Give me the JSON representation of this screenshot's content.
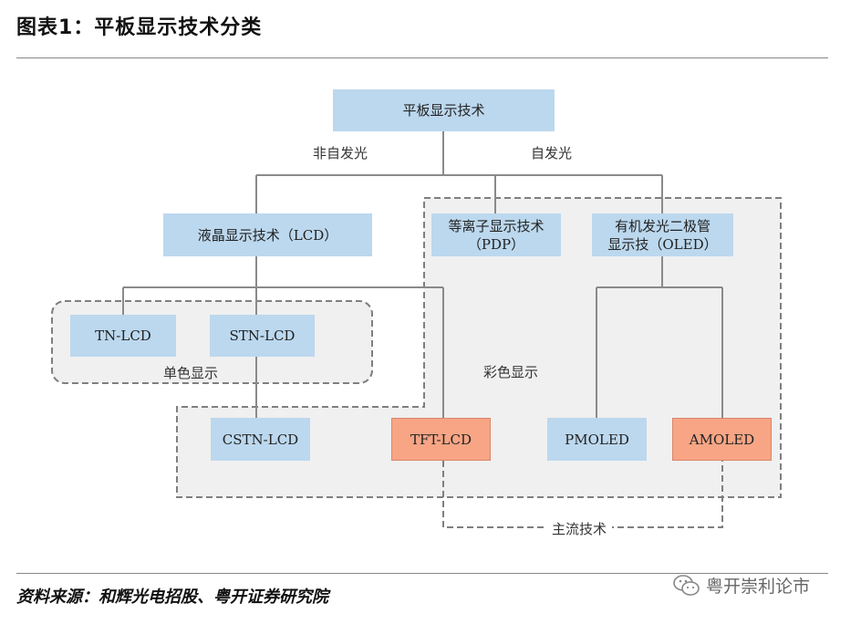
{
  "title": "图表1：平板显示技术分类",
  "source": "资料来源：和辉光电招股、粤开证券研究院",
  "watermark": {
    "text": "粤开崇利论市",
    "icon": "wechat-icon"
  },
  "nodes": {
    "root": "平板显示技术",
    "lcd": "液晶显示技术（LCD）",
    "pdp": [
      "等离子显示技术",
      "（PDP）"
    ],
    "oled": [
      "有机发光二极管",
      "显示技（OLED）"
    ],
    "tn": "TN-LCD",
    "stn": "STN-LCD",
    "cstn": "CSTN-LCD",
    "tft": "TFT-LCD",
    "pmoled": "PMOLED",
    "amoled": "AMOLED"
  },
  "labels": {
    "non_emissive": "非自发光",
    "emissive": "自发光",
    "mono": "单色显示",
    "color": "彩色显示",
    "mainstream": "主流技术"
  },
  "colors": {
    "blue_box": "#bcd8ee",
    "orange_box": "#f7a585",
    "group_fill": "#f0f0f0",
    "group_border": "#7f7f7f"
  }
}
